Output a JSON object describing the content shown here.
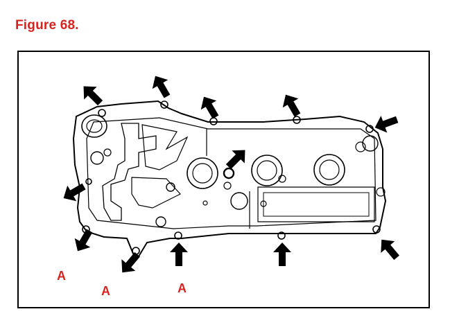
{
  "figure": {
    "title": "Figure 68.",
    "title_color": "#d8231f",
    "label_color": "#d8231f",
    "labels": [
      "A",
      "A",
      "A"
    ]
  }
}
